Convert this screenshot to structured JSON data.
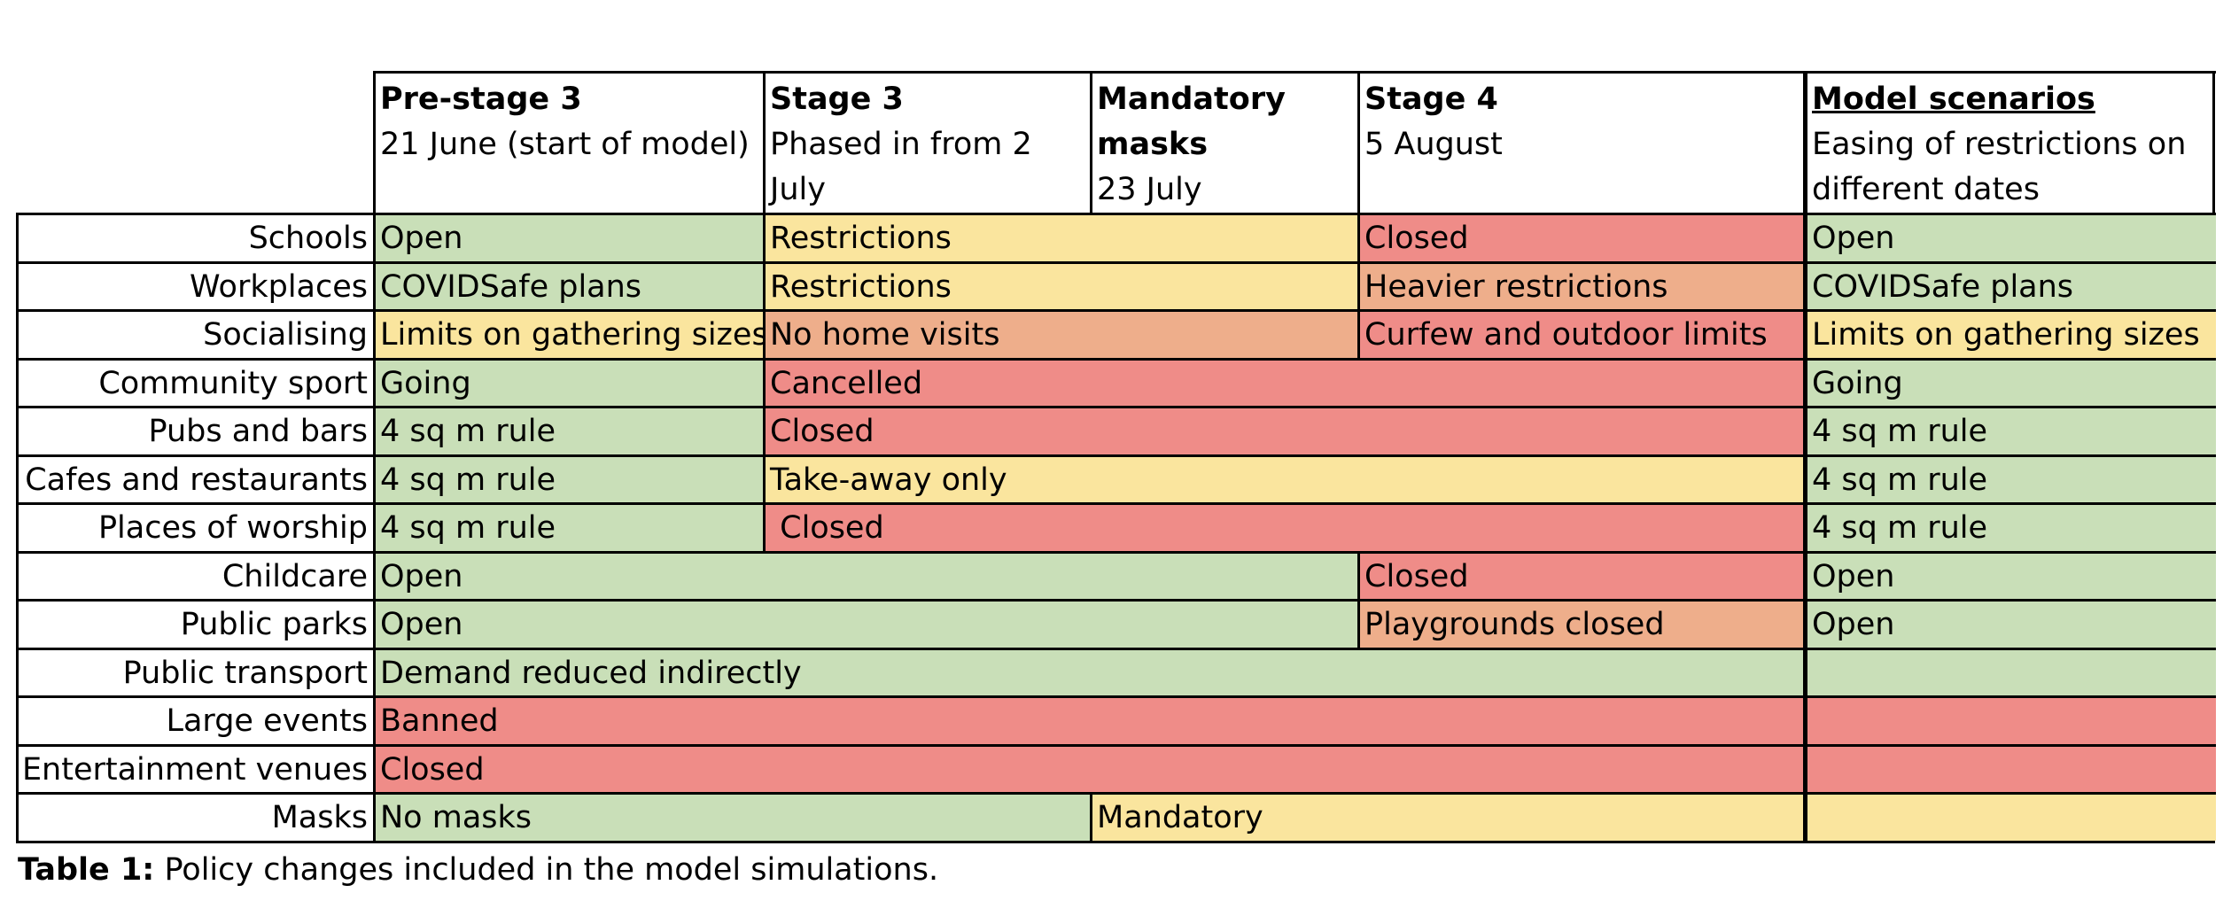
{
  "table": {
    "headers": [
      {
        "title": "Pre-stage 3",
        "subtitle": "21 June (start of model)"
      },
      {
        "title": "Stage 3",
        "subtitle": "Phased in from 2 July"
      },
      {
        "title": "Mandatory masks",
        "subtitle": "23 July"
      },
      {
        "title": "Stage 4",
        "subtitle": "5 August"
      },
      {
        "title": "Model scenarios",
        "subtitle": "Easing of restrictions on different dates"
      }
    ],
    "rows": [
      {
        "label": "Schools",
        "cells": [
          {
            "text": "Open",
            "color": "green"
          },
          {
            "text": "Restrictions",
            "color": "yellow"
          },
          {
            "text": "Closed",
            "color": "red"
          },
          {
            "text": "Open",
            "color": "green"
          }
        ]
      },
      {
        "label": "Workplaces",
        "cells": [
          {
            "text": "COVIDSafe plans",
            "color": "green"
          },
          {
            "text": "Restrictions",
            "color": "yellow"
          },
          {
            "text": "Heavier restrictions",
            "color": "orange"
          },
          {
            "text": "COVIDSafe plans",
            "color": "green"
          }
        ]
      },
      {
        "label": "Socialising",
        "cells": [
          {
            "text": "Limits on gathering sizes",
            "color": "yellow"
          },
          {
            "text": "No home visits",
            "color": "orange"
          },
          {
            "text": "Curfew and outdoor limits",
            "color": "red"
          },
          {
            "text": "Limits on gathering sizes",
            "color": "yellow"
          }
        ]
      },
      {
        "label": "Community sport",
        "cells": [
          {
            "text": "Going",
            "color": "green"
          },
          {
            "text": "Cancelled",
            "color": "red"
          },
          {
            "text": "Going",
            "color": "green"
          }
        ]
      },
      {
        "label": "Pubs and bars",
        "cells": [
          {
            "text": "4 sq m rule",
            "color": "green"
          },
          {
            "text": "Closed",
            "color": "red"
          },
          {
            "text": "4 sq m rule",
            "color": "green"
          }
        ]
      },
      {
        "label": "Cafes and restaurants",
        "cells": [
          {
            "text": "4 sq m rule",
            "color": "green"
          },
          {
            "text": "Take-away only",
            "color": "yellow"
          },
          {
            "text": "4 sq m rule",
            "color": "green"
          }
        ]
      },
      {
        "label": "Places of worship",
        "cells": [
          {
            "text": "4 sq m rule",
            "color": "green"
          },
          {
            "text": " Closed",
            "color": "red"
          },
          {
            "text": "4 sq m rule",
            "color": "green"
          }
        ]
      },
      {
        "label": "Childcare",
        "cells": [
          {
            "text": "Open",
            "color": "green"
          },
          {
            "text": "Closed",
            "color": "red"
          },
          {
            "text": "Open",
            "color": "green"
          }
        ]
      },
      {
        "label": "Public parks",
        "cells": [
          {
            "text": "Open",
            "color": "green"
          },
          {
            "text": "Playgrounds closed",
            "color": "orange"
          },
          {
            "text": "Open",
            "color": "green"
          }
        ]
      },
      {
        "label": "Public transport",
        "cells": [
          {
            "text": "Demand reduced indirectly",
            "color": "green"
          },
          {
            "text": "",
            "color": "green"
          }
        ]
      },
      {
        "label": "Large events",
        "cells": [
          {
            "text": "Banned",
            "color": "red"
          },
          {
            "text": "",
            "color": "red"
          }
        ]
      },
      {
        "label": "Entertainment venues",
        "cells": [
          {
            "text": "Closed",
            "color": "red"
          },
          {
            "text": "",
            "color": "red"
          }
        ]
      },
      {
        "label": "Masks",
        "cells": [
          {
            "text": "No masks",
            "color": "green"
          },
          {
            "text": "Mandatory",
            "color": "yellow"
          },
          {
            "text": "",
            "color": "yellow"
          }
        ]
      }
    ]
  },
  "colors": {
    "green": "#c9dfb8",
    "yellow": "#fae59e",
    "orange": "#eeae8b",
    "red": "#ef8c88"
  },
  "caption": {
    "label": "Table 1:",
    "text": " Policy changes included in the model simulations."
  }
}
